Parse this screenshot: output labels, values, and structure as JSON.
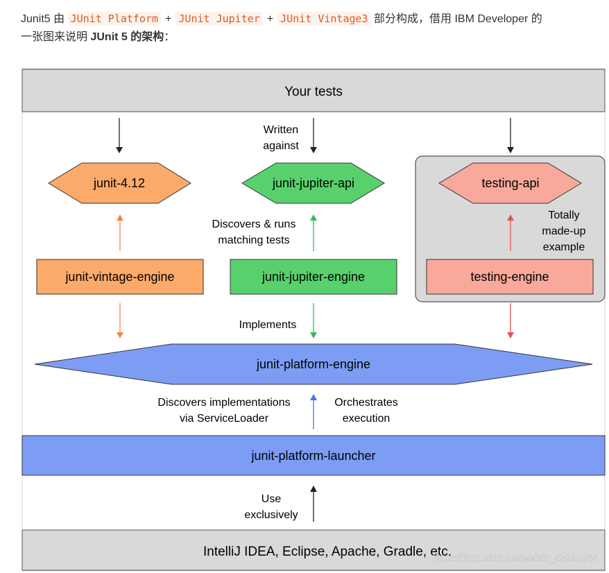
{
  "intro": {
    "lead": "Junit5 由",
    "code1": "JUnit Platform",
    "plus1": "+",
    "code2": "JUnit Jupiter",
    "plus2": "+",
    "code3": "JUnit Vintage3",
    "tail": "部分构成，借用 IBM Developer 的",
    "line2a": "一张图来说明",
    "line2b": "JUnit 5 的架构",
    "line2c": "："
  },
  "diagram": {
    "your_tests": "Your tests",
    "written": "Written",
    "against": "against",
    "junit4": "junit-4.12",
    "jupiter_api": "junit-jupiter-api",
    "testing_api": "testing-api",
    "discovers_runs": "Discovers & runs",
    "matching_tests": "matching tests",
    "totally": "Totally",
    "made_up": "made-up",
    "example": "example",
    "vintage_engine": "junit-vintage-engine",
    "jupiter_engine": "junit-jupiter-engine",
    "testing_engine": "testing-engine",
    "implements": "Implements",
    "platform_engine": "junit-platform-engine",
    "discovers_impl": "Discovers implementations",
    "via_serviceloader": "via ServiceLoader",
    "orchestrates": "Orchestrates",
    "execution": "execution",
    "launcher": "junit-platform-launcher",
    "use": "Use",
    "exclusively": "exclusively",
    "tools": "IntelliJ IDEA, Eclipse, Apache, Gradle, etc.",
    "watermark": "https://blog.csdn.net/weixin_43291944"
  },
  "colors": {
    "grey_box": "#d9d9d9",
    "orange": "#fbaa6a",
    "green": "#58d16c",
    "salmon": "#f9a99b",
    "blue": "#7d9df5"
  }
}
